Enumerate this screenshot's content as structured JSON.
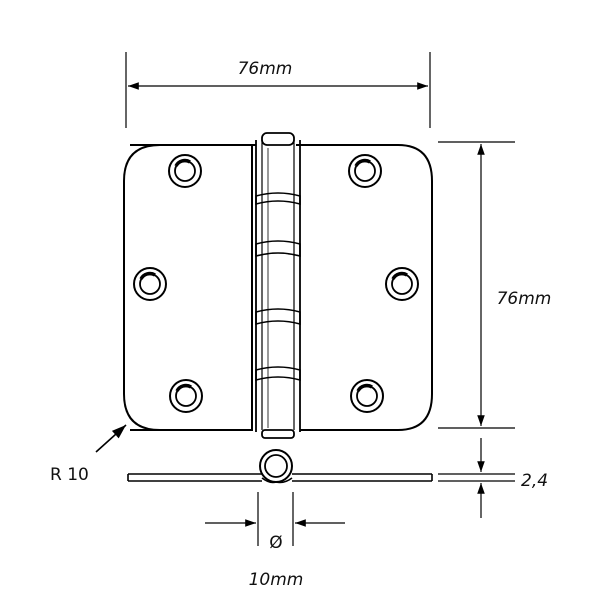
{
  "dimensions": {
    "width": "76mm",
    "height": "76mm",
    "radius": "R 10",
    "thickness": "2,4",
    "pin_symbol": "Ø",
    "pin_diameter": "10mm"
  },
  "colors": {
    "stroke": "#000000",
    "background": "#ffffff"
  }
}
